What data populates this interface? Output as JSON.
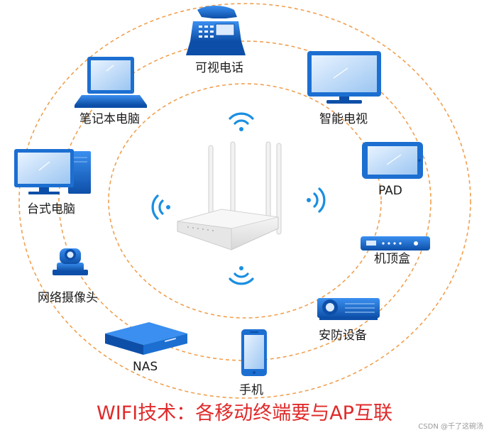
{
  "devices": {
    "video_phone": "可视电话",
    "laptop": "笔记本电脑",
    "smart_tv": "智能电视",
    "desktop": "台式电脑",
    "pad": "PAD",
    "network_camera": "网络摄像头",
    "set_top_box": "机顶盒",
    "security_device": "安防设备",
    "nas": "NAS",
    "mobile_phone": "手机"
  },
  "caption": "WIFI技术：各移动终端要与AP互联",
  "watermark": "CSDN @千了这碗汤",
  "colors": {
    "ring": "#f0a050",
    "device_blue": "#1c6fd1",
    "wifi_blue": "#1a8fe0",
    "caption_red": "#e02a2a"
  }
}
